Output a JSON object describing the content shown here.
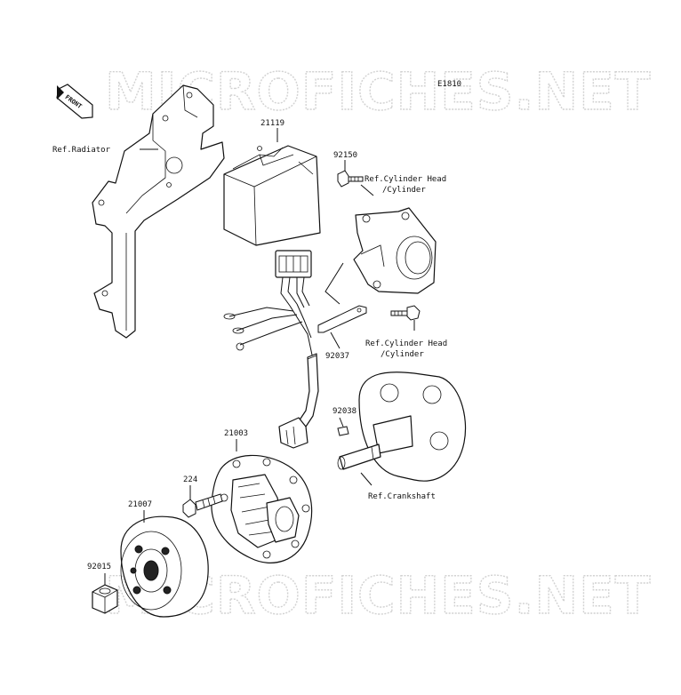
{
  "diagram_code": "E1810",
  "watermark": {
    "top": "MICROFICHES.NET",
    "bottom": "MICROFICHES.NET"
  },
  "front_marker": "FRONT",
  "labels": {
    "p21119": "21119",
    "p92150": "92150",
    "ref_radiator": "Ref.Radiator",
    "ref_cyl_head_1a": "Ref.Cylinder Head",
    "ref_cyl_head_1b": "/Cylinder",
    "ref_cyl_head_2a": "Ref.Cylinder Head",
    "ref_cyl_head_2b": "/Cylinder",
    "p92037": "92037",
    "p92038": "92038",
    "p21003": "21003",
    "p224": "224",
    "p21007": "21007",
    "p92015": "92015",
    "ref_crankshaft": "Ref.Crankshaft"
  }
}
